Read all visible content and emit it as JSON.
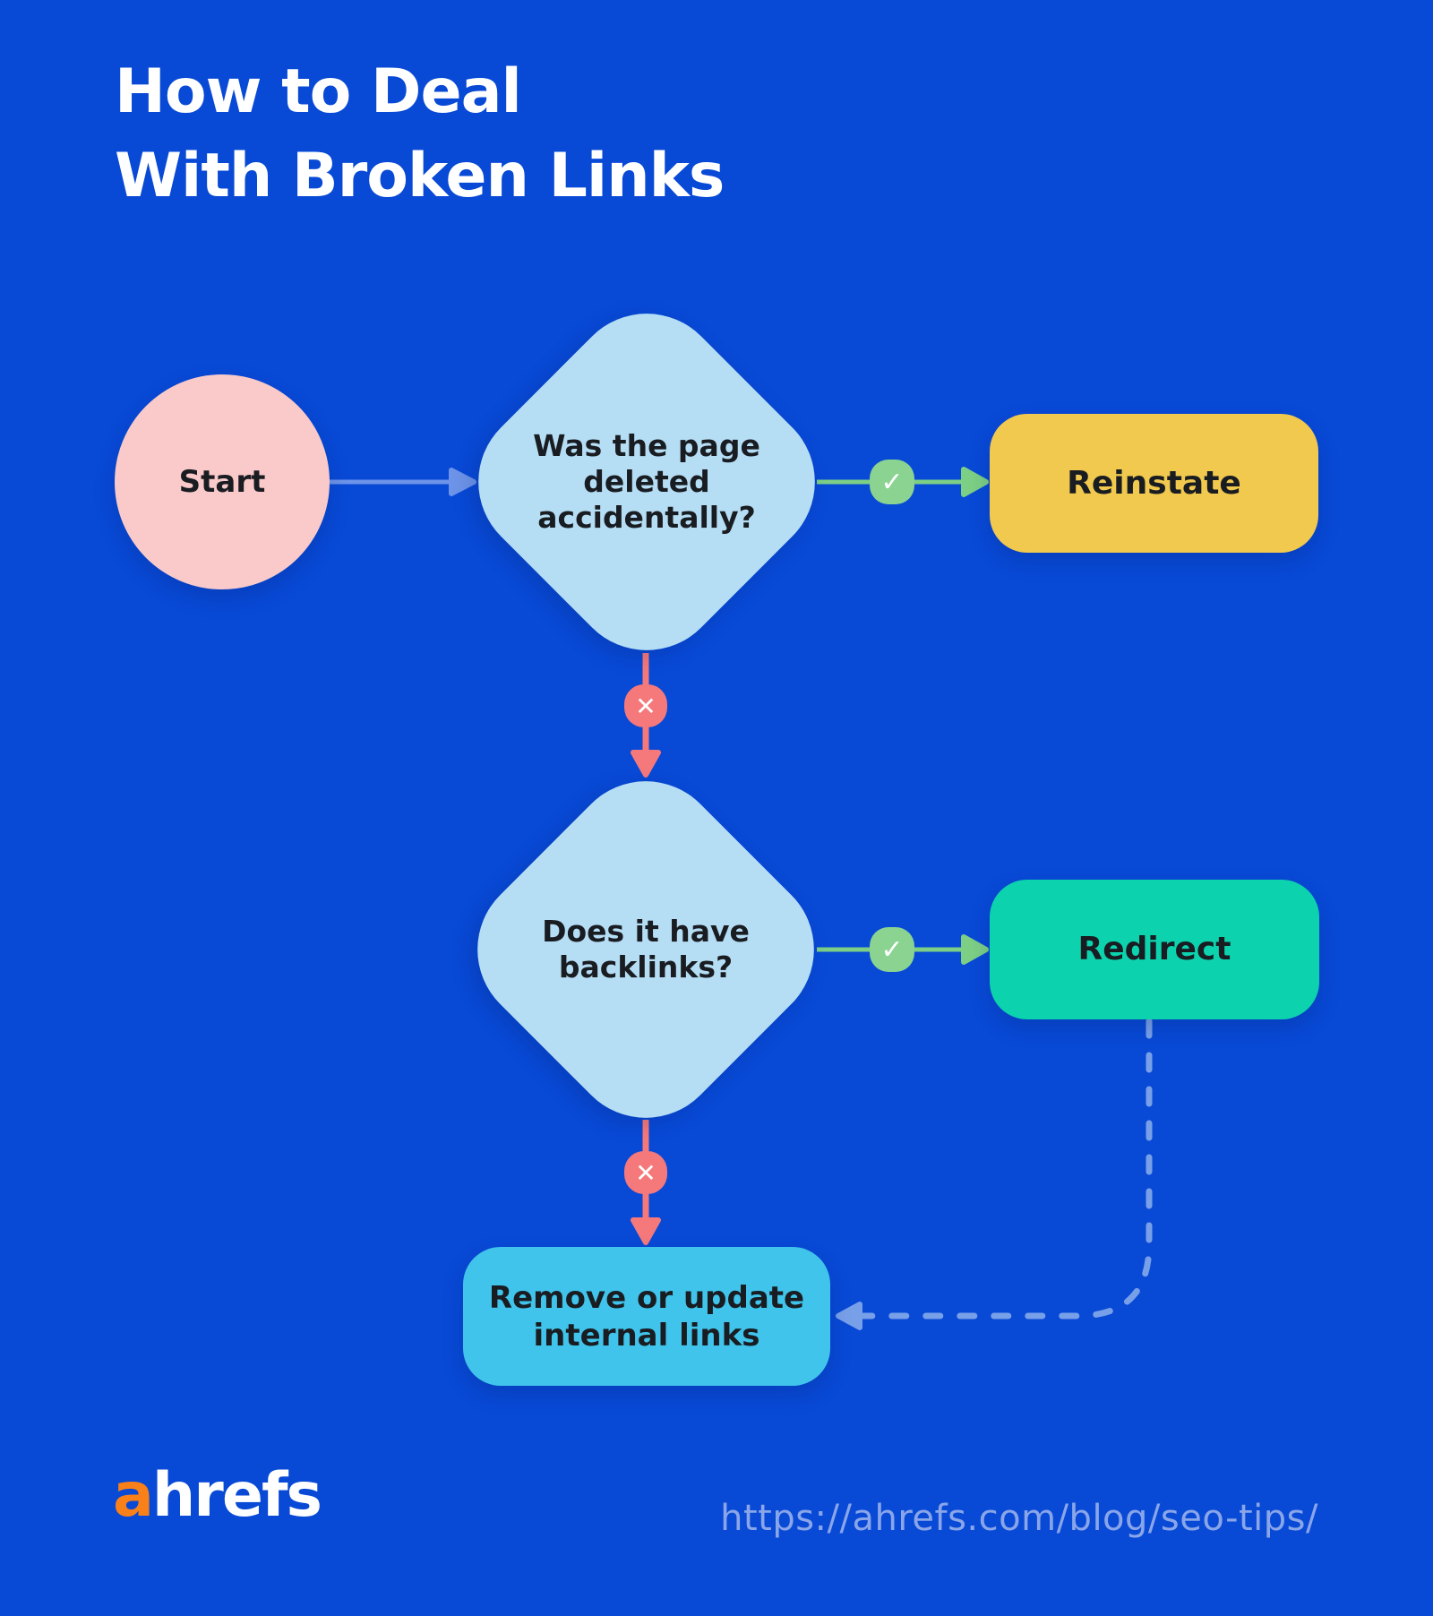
{
  "title": {
    "lines": [
      "How to Deal",
      "With Broken Links"
    ]
  },
  "nodes": {
    "start": {
      "label": "Start"
    },
    "question1": {
      "lines": [
        "Was the page",
        "deleted",
        "accidentally?"
      ]
    },
    "reinstate": {
      "label": "Reinstate"
    },
    "question2": {
      "lines": [
        "Does it have",
        "backlinks?"
      ]
    },
    "redirect": {
      "label": "Redirect"
    },
    "remove_links": {
      "lines": [
        "Remove or update",
        "internal links"
      ]
    }
  },
  "icons": {
    "check_glyph": "✓",
    "cross_glyph": "✕"
  },
  "footer": {
    "logo_prefix": "a",
    "logo_suffix": "hrefs",
    "url": "https://ahrefs.com/blog/seo-tips/"
  },
  "colors": {
    "bg": "#0849d6",
    "pink": "#f9cac9",
    "diamond": "#b5def5",
    "yellow": "#f1c94e",
    "teal": "#0cd3ae",
    "cyan": "#40c4eb",
    "red": "#f5797b",
    "green": "#7ccf85",
    "green-badge": "#8ad391",
    "blue-arrow": "#6d94e9",
    "dash": "#78a0e9",
    "url": "#8aa6e9",
    "ink": "#191c21",
    "orange": "#fa8019"
  }
}
